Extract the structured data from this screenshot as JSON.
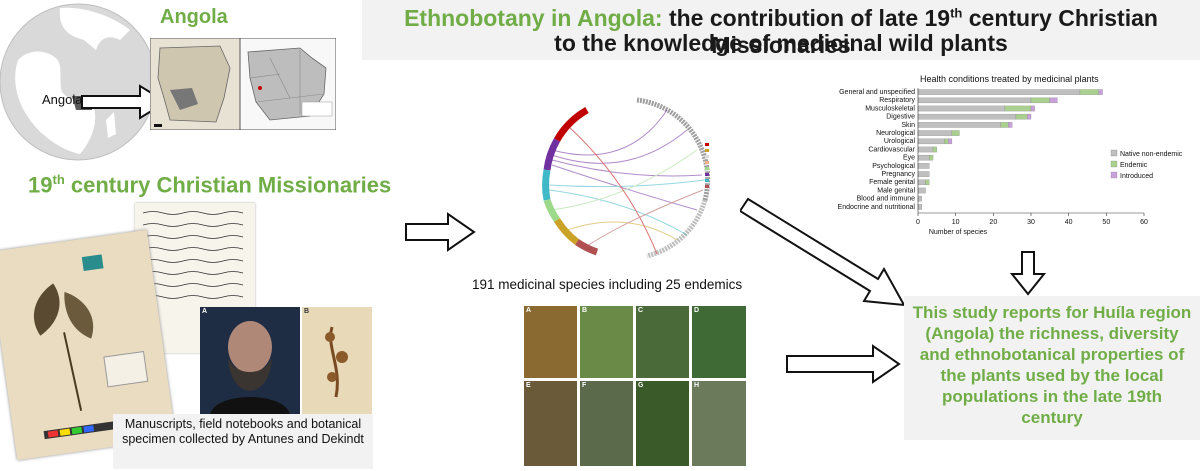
{
  "title": {
    "part1_green": "Ethnobotany in Angola:",
    "part1_black": " the contribution of late 19",
    "part1_sup": "th",
    "part1_end": " century Christian Missionaries",
    "line2": "to the knowledge of medicinal wild plants"
  },
  "left": {
    "angola_heading": "Angola",
    "globe_label": "Angola",
    "missionaries_prefix": "19",
    "missionaries_sup": "th",
    "missionaries_rest": " century Christian Missionaries",
    "caption": "Manuscripts, field notebooks and botanical specimen collected by Antunes and Dekindt",
    "portrait_label": "A",
    "specimen_label": "B"
  },
  "middle": {
    "species_caption": "191 medicinal species including 25 endemics",
    "photo_labels": [
      "A",
      "B",
      "C",
      "D",
      "E",
      "F",
      "G",
      "H"
    ]
  },
  "conclusion": "This study reports for Huíla region (Angola) the richness, diversity and ethnobotanical properties of the plants used by the local populations in the late 19th century",
  "colors": {
    "accent_green": "#70ad47",
    "panel_grey": "#f2f2f2",
    "native": "#bfbfbf",
    "endemic": "#a9d08e",
    "introduced": "#c9a0dc"
  },
  "chart_data": {
    "type": "bar",
    "orientation": "horizontal",
    "stacked": true,
    "title": "Health conditions treated by medicinal plants",
    "xlabel": "Number of species",
    "ylabel": "",
    "xlim": [
      0,
      60
    ],
    "xticks": [
      0,
      10,
      20,
      30,
      40,
      50,
      60
    ],
    "categories": [
      "General and unspecified",
      "Respiratory",
      "Musculoskeletal",
      "Digestive",
      "Skin",
      "Neurological",
      "Urological",
      "Cardiovascular",
      "Eye",
      "Psychological",
      "Pregnancy",
      "Female genital",
      "Male genital",
      "Blood and immune",
      "Endocrine and nutritional"
    ],
    "series": [
      {
        "name": "Native non-endemic",
        "color": "#bfbfbf",
        "values": [
          43,
          30,
          23,
          26,
          22,
          9,
          7,
          4,
          3,
          3,
          3,
          2,
          2,
          1,
          1
        ]
      },
      {
        "name": "Endemic",
        "color": "#a9d08e",
        "values": [
          5,
          5,
          7,
          3,
          2,
          2,
          1,
          1,
          1,
          0,
          0,
          1,
          0,
          0,
          0
        ]
      },
      {
        "name": "Introduced",
        "color": "#c9a0dc",
        "values": [
          1,
          2,
          1,
          1,
          1,
          0,
          1,
          0,
          0,
          0,
          0,
          0,
          0,
          0,
          0
        ]
      }
    ],
    "legend_position": "right"
  }
}
